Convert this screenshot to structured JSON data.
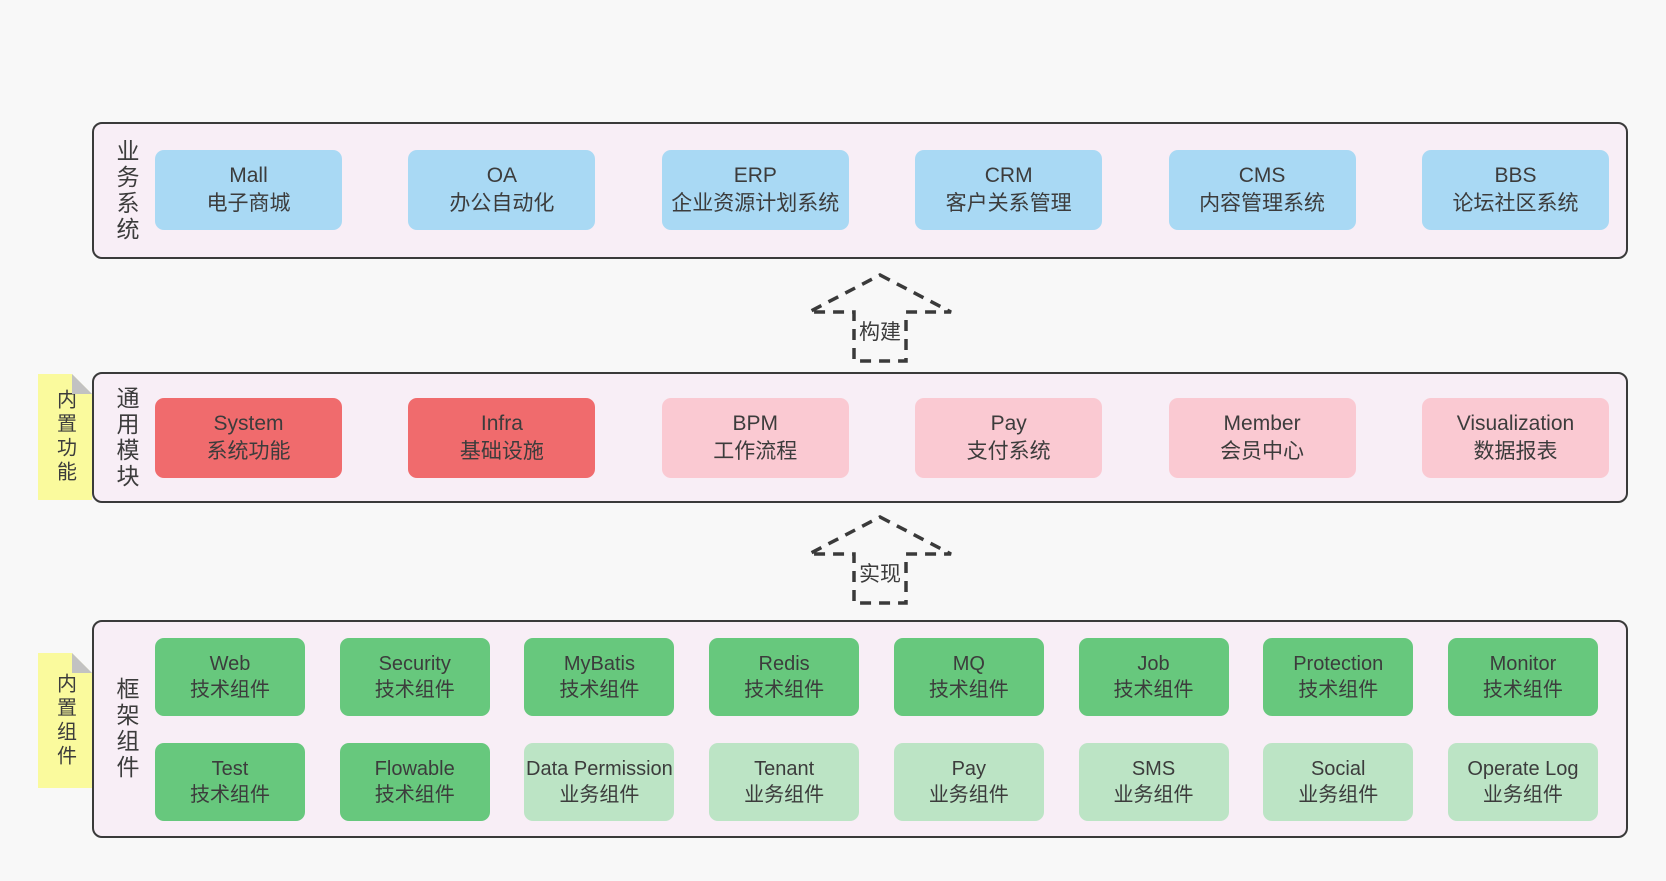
{
  "colors": {
    "page-bg": "#f8f8f8",
    "container-bg": "#f8eef6",
    "border": "#3a3a3a",
    "text": "#3c3c3c",
    "blue": "#a9d9f4",
    "red": "#f06b6d",
    "pink": "#fac9d2",
    "green": "#67c87d",
    "green-light": "#bce4c5",
    "yellow": "#fafa9d",
    "fold": "#c2c2c2"
  },
  "arrows": [
    {
      "label": "构建"
    },
    {
      "label": "实现"
    }
  ],
  "layers": [
    {
      "id": "business-systems",
      "label": "业务系统",
      "rows": [
        [
          {
            "en": "Mall",
            "zh": "电子商城",
            "variant": "blue"
          },
          {
            "en": "OA",
            "zh": "办公自动化",
            "variant": "blue"
          },
          {
            "en": "ERP",
            "zh": "企业资源计划系统",
            "variant": "blue"
          },
          {
            "en": "CRM",
            "zh": "客户关系管理",
            "variant": "blue"
          },
          {
            "en": "CMS",
            "zh": "内容管理系统",
            "variant": "blue"
          },
          {
            "en": "BBS",
            "zh": "论坛社区系统",
            "variant": "blue"
          }
        ]
      ]
    },
    {
      "id": "common-modules",
      "label": "通用模块",
      "note": "内置功能",
      "rows": [
        [
          {
            "en": "System",
            "zh": "系统功能",
            "variant": "red"
          },
          {
            "en": "Infra",
            "zh": "基础设施",
            "variant": "red"
          },
          {
            "en": "BPM",
            "zh": "工作流程",
            "variant": "pink"
          },
          {
            "en": "Pay",
            "zh": "支付系统",
            "variant": "pink"
          },
          {
            "en": "Member",
            "zh": "会员中心",
            "variant": "pink"
          },
          {
            "en": "Visualization",
            "zh": "数据报表",
            "variant": "pink"
          }
        ]
      ]
    },
    {
      "id": "framework-components",
      "label": "框架组件",
      "note": "内置组件",
      "rows": [
        [
          {
            "en": "Web",
            "zh": "技术组件",
            "variant": "green"
          },
          {
            "en": "Security",
            "zh": "技术组件",
            "variant": "green"
          },
          {
            "en": "MyBatis",
            "zh": "技术组件",
            "variant": "green"
          },
          {
            "en": "Redis",
            "zh": "技术组件",
            "variant": "green"
          },
          {
            "en": "MQ",
            "zh": "技术组件",
            "variant": "green"
          },
          {
            "en": "Job",
            "zh": "技术组件",
            "variant": "green"
          },
          {
            "en": "Protection",
            "zh": "技术组件",
            "variant": "green"
          },
          {
            "en": "Monitor",
            "zh": "技术组件",
            "variant": "green"
          }
        ],
        [
          {
            "en": "Test",
            "zh": "技术组件",
            "variant": "green"
          },
          {
            "en": "Flowable",
            "zh": "技术组件",
            "variant": "green"
          },
          {
            "en": "Data Permission",
            "zh": "业务组件",
            "variant": "green-light"
          },
          {
            "en": "Tenant",
            "zh": "业务组件",
            "variant": "green-light"
          },
          {
            "en": "Pay",
            "zh": "业务组件",
            "variant": "green-light"
          },
          {
            "en": "SMS",
            "zh": "业务组件",
            "variant": "green-light"
          },
          {
            "en": "Social",
            "zh": "业务组件",
            "variant": "green-light"
          },
          {
            "en": "Operate Log",
            "zh": "业务组件",
            "variant": "green-light"
          }
        ]
      ]
    }
  ]
}
